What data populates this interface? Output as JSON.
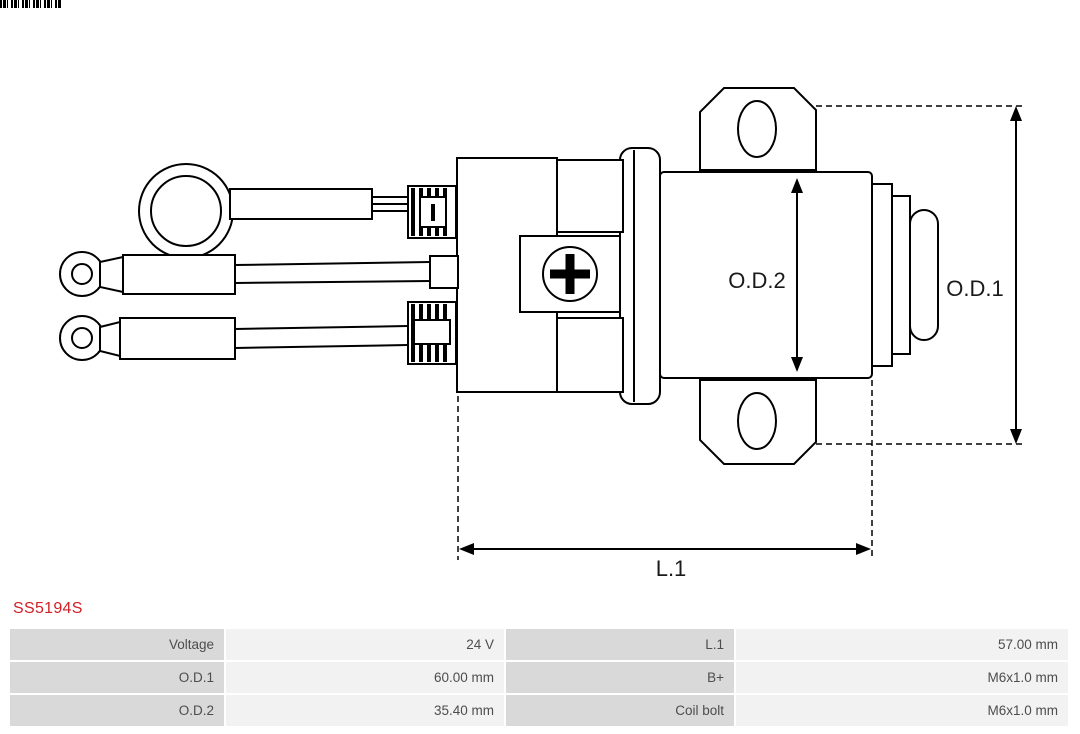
{
  "part_number": "SS5194S",
  "colors": {
    "accent": "#d01f26",
    "line": "#000000",
    "table-label-bg": "#d9d9d9",
    "table-value-bg": "#f2f2f2",
    "table-text": "#4d4d4d"
  },
  "diagram": {
    "description": "Starter solenoid technical line drawing with dimension callouts",
    "labels": {
      "od1": "O.D.1",
      "od2": "O.D.2",
      "l1": "L.1"
    }
  },
  "spec_table": {
    "rows": [
      {
        "label": "Voltage",
        "value": "24 V",
        "label2": "L.1",
        "value2": "57.00 mm"
      },
      {
        "label": "O.D.1",
        "value": "60.00 mm",
        "label2": "B+",
        "value2": "M6x1.0 mm"
      },
      {
        "label": "O.D.2",
        "value": "35.40 mm",
        "label2": "Coil bolt",
        "value2": "M6x1.0 mm"
      }
    ]
  }
}
